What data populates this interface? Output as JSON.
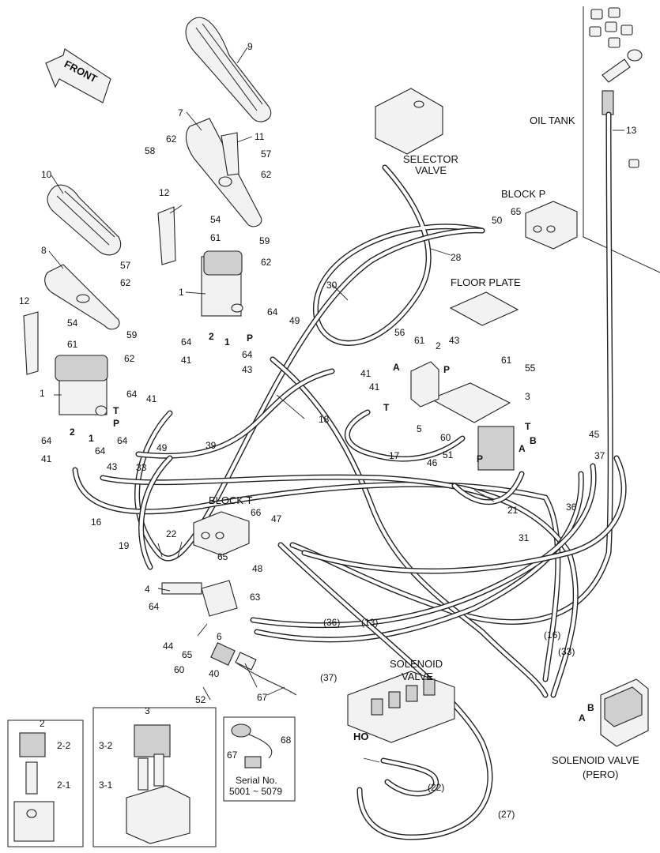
{
  "labels": {
    "front": "FRONT",
    "oil_tank": "OIL TANK",
    "selector_valve": [
      "SELECTOR",
      "VALVE"
    ],
    "block_p": "BLOCK  P",
    "floor_plate": "FLOOR PLATE",
    "block_t": "BLOCK  T",
    "solenoid_valve": [
      "SOLENOID",
      "VALVE"
    ],
    "solenoid_valve_pero": [
      "SOLENOID VALVE",
      "(PERO)"
    ],
    "serial": [
      "Serial No.",
      "5001 ~ 5079"
    ],
    "ho": "HO"
  },
  "port_letters": {
    "t": "T",
    "p": "P",
    "a": "A",
    "b": "B",
    "one": "1",
    "two": "2"
  },
  "callouts": {
    "n1": "1",
    "n2": "2",
    "n3": "3",
    "n4": "4",
    "n5": "5",
    "n6": "6",
    "n7": "7",
    "n8": "8",
    "n9": "9",
    "n10": "10",
    "n11": "11",
    "n12": "12",
    "n13": "13",
    "n16": "16",
    "n17": "17",
    "n18": "18",
    "n19": "19",
    "n21": "21",
    "n22": "22",
    "n28": "28",
    "n30": "30",
    "n31": "31",
    "n33": "33",
    "n36": "36",
    "n37": "37",
    "n39": "39",
    "n40": "40",
    "n41": "41",
    "n43": "43",
    "n44": "44",
    "n45": "45",
    "n46": "46",
    "n47": "47",
    "n48": "48",
    "n49": "49",
    "n50": "50",
    "n51": "51",
    "n52": "52",
    "n54": "54",
    "n55": "55",
    "n56": "56",
    "n57": "57",
    "n58": "58",
    "n59": "59",
    "n60": "60",
    "n61": "61",
    "n62": "62",
    "n63": "63",
    "n64": "64",
    "n65": "65",
    "n66": "66",
    "n67": "67",
    "n68": "68",
    "p13": "(13)",
    "p16": "(16)",
    "p22": "(22)",
    "p27": "(27)",
    "p33": "(33)",
    "p36": "(36)",
    "p37": "(37)",
    "d21": "2-1",
    "d22": "2-2",
    "d31": "3-1",
    "d32": "3-2"
  }
}
